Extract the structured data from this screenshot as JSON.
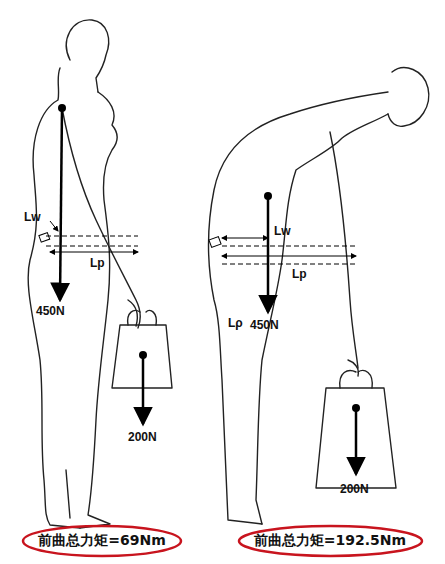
{
  "diagram": {
    "nodes": [
      {
        "text": [
          "前曲总力矩=69Nm"
        ]
      },
      {
        "text": [
          "前曲总力矩=192.5Nm"
        ]
      }
    ],
    "labels": [
      "Lw",
      "Lp",
      "450N",
      "200N",
      "Lw",
      "Lp",
      "Lρ",
      "450N",
      "200N"
    ]
  }
}
